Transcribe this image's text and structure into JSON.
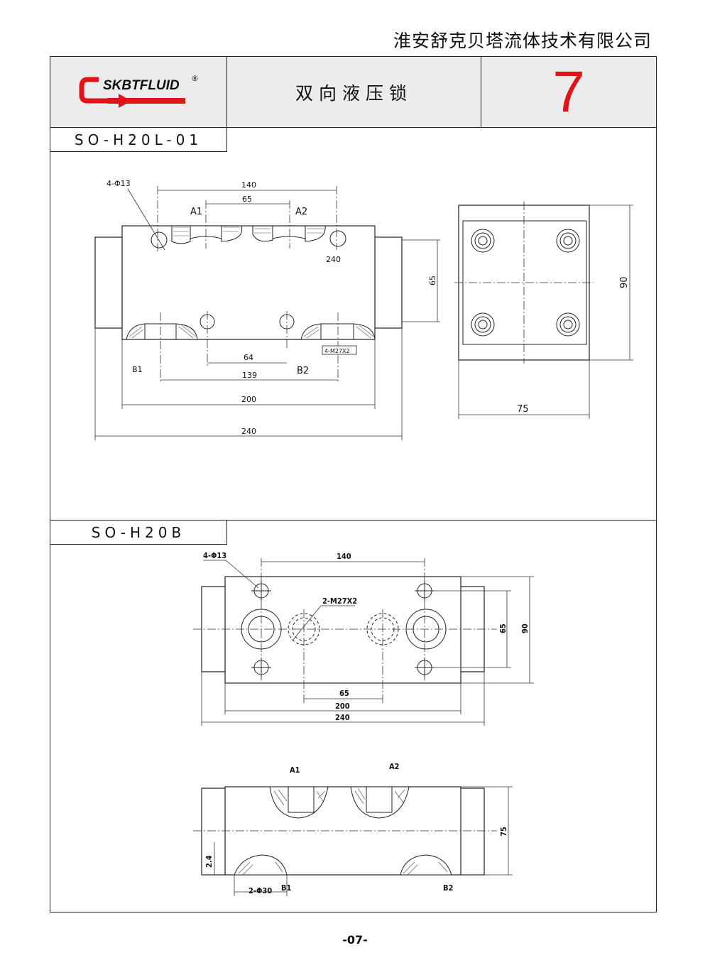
{
  "header": {
    "company": "淮安舒克贝塔流体技术有限公司",
    "logo_text": "SKBTFLUID",
    "logo_mark": "®",
    "title": "双向液压锁",
    "page_code": "7"
  },
  "colors": {
    "brand_red": "#e1141a",
    "header_bg": "#ececec"
  },
  "section1": {
    "model": "SO-H20L-01",
    "dims": {
      "holes": "4-Φ13",
      "d140": "140",
      "d65_top": "65",
      "a1": "A1",
      "a2": "A2",
      "d240_note": "240",
      "d65_side": "65",
      "d64": "64",
      "thread": "4-M27X2",
      "b1": "B1",
      "b2": "B2",
      "d139": "139",
      "d200": "200",
      "d240": "240",
      "d90": "90",
      "d75": "75"
    }
  },
  "section2": {
    "model": "SO-H20B",
    "dims": {
      "holes": "4-Φ13",
      "d140": "140",
      "thread": "2-M27X2",
      "d65_v": "65",
      "d90": "90",
      "d65": "65",
      "d200": "200",
      "d240": "240",
      "a1": "A1",
      "a2": "A2",
      "d75": "75",
      "d24": "2.4",
      "bore": "2-Φ30",
      "b1": "B1",
      "b2": "B2"
    }
  },
  "footer": {
    "page": "-07-"
  }
}
